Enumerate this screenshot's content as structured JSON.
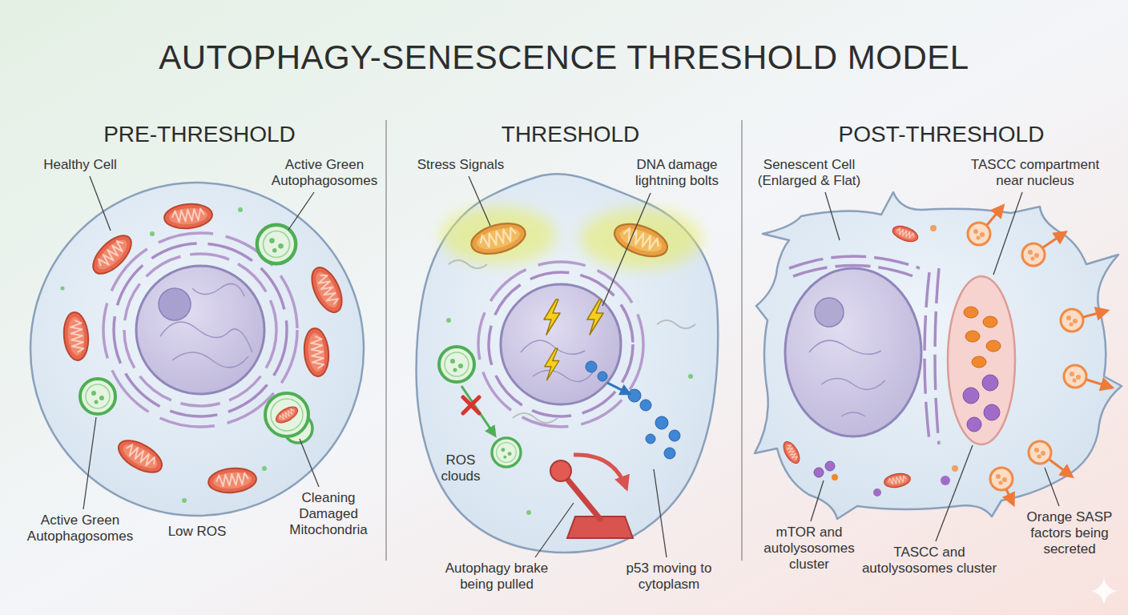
{
  "diagram": {
    "title": "AUTOPHAGY-SENESCENCE THRESHOLD MODEL",
    "nodes": [
      {
        "text": [
          "PRE-THRESHOLD"
        ]
      },
      {
        "text": [
          "THRESHOLD"
        ]
      },
      {
        "text": [
          "POST-THRESHOLD"
        ]
      }
    ],
    "labels": [
      "Healthy Cell",
      "Active Green Autophagosomes",
      "Active Green Autophagosomes",
      "Low ROS",
      "Cleaning Damaged Mitochondria",
      "Stress Signals",
      "DNA damage lightning bolts",
      "ROS clouds",
      "Autophagy brake being pulled",
      "p53 moving to cytoplasm",
      "Senescent Cell (Enlarged & Flat)",
      "TASCC compartment near nucleus",
      "mTOR and autolysosomes cluster",
      "TASCC and autolysosomes cluster",
      "Orange SASP factors being secreted"
    ]
  }
}
